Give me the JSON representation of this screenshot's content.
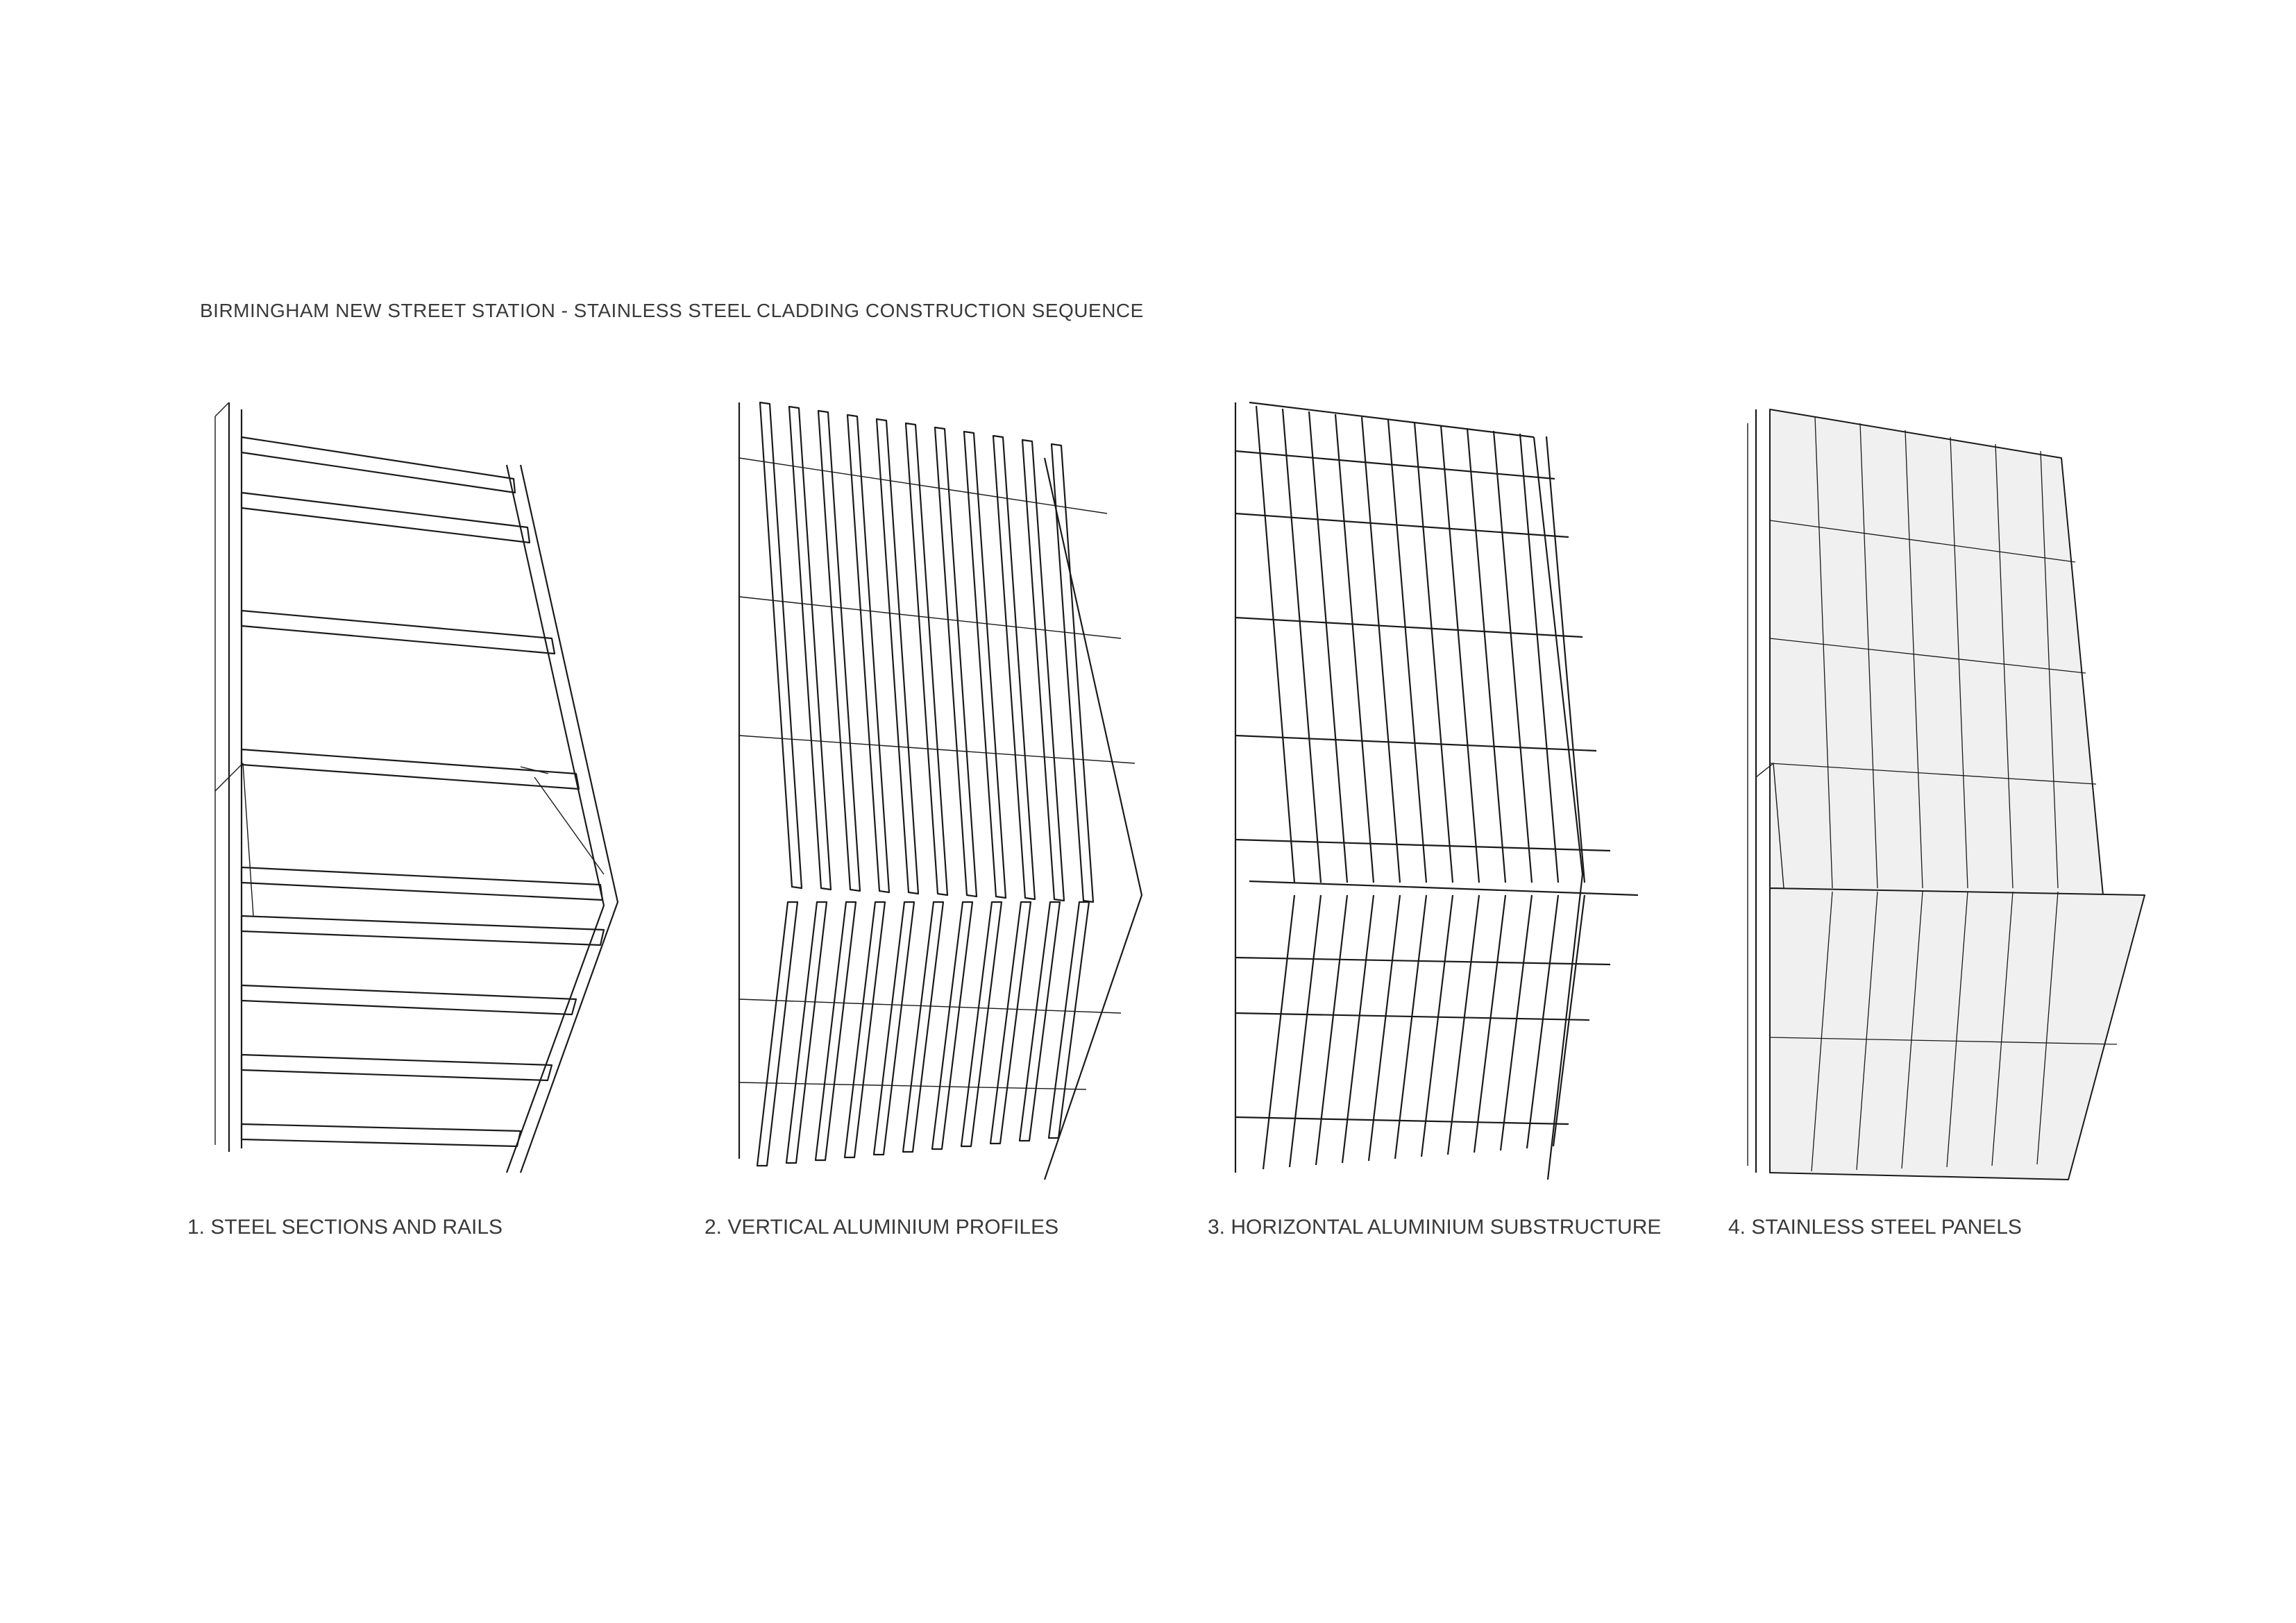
{
  "title": "BIRMINGHAM NEW STREET STATION - STAINLESS STEEL CLADDING CONSTRUCTION SEQUENCE",
  "stages": [
    {
      "label": "1. STEEL SECTIONS AND RAILS"
    },
    {
      "label": "2. VERTICAL ALUMINIUM PROFILES"
    },
    {
      "label": "3. HORIZONTAL ALUMINIUM SUBSTRUCTURE"
    },
    {
      "label": "4. STAINLESS STEEL PANELS"
    }
  ],
  "colors": {
    "line": "#1a1a1a",
    "panel": "#f0f0f0",
    "text": "#3a3a3a"
  }
}
